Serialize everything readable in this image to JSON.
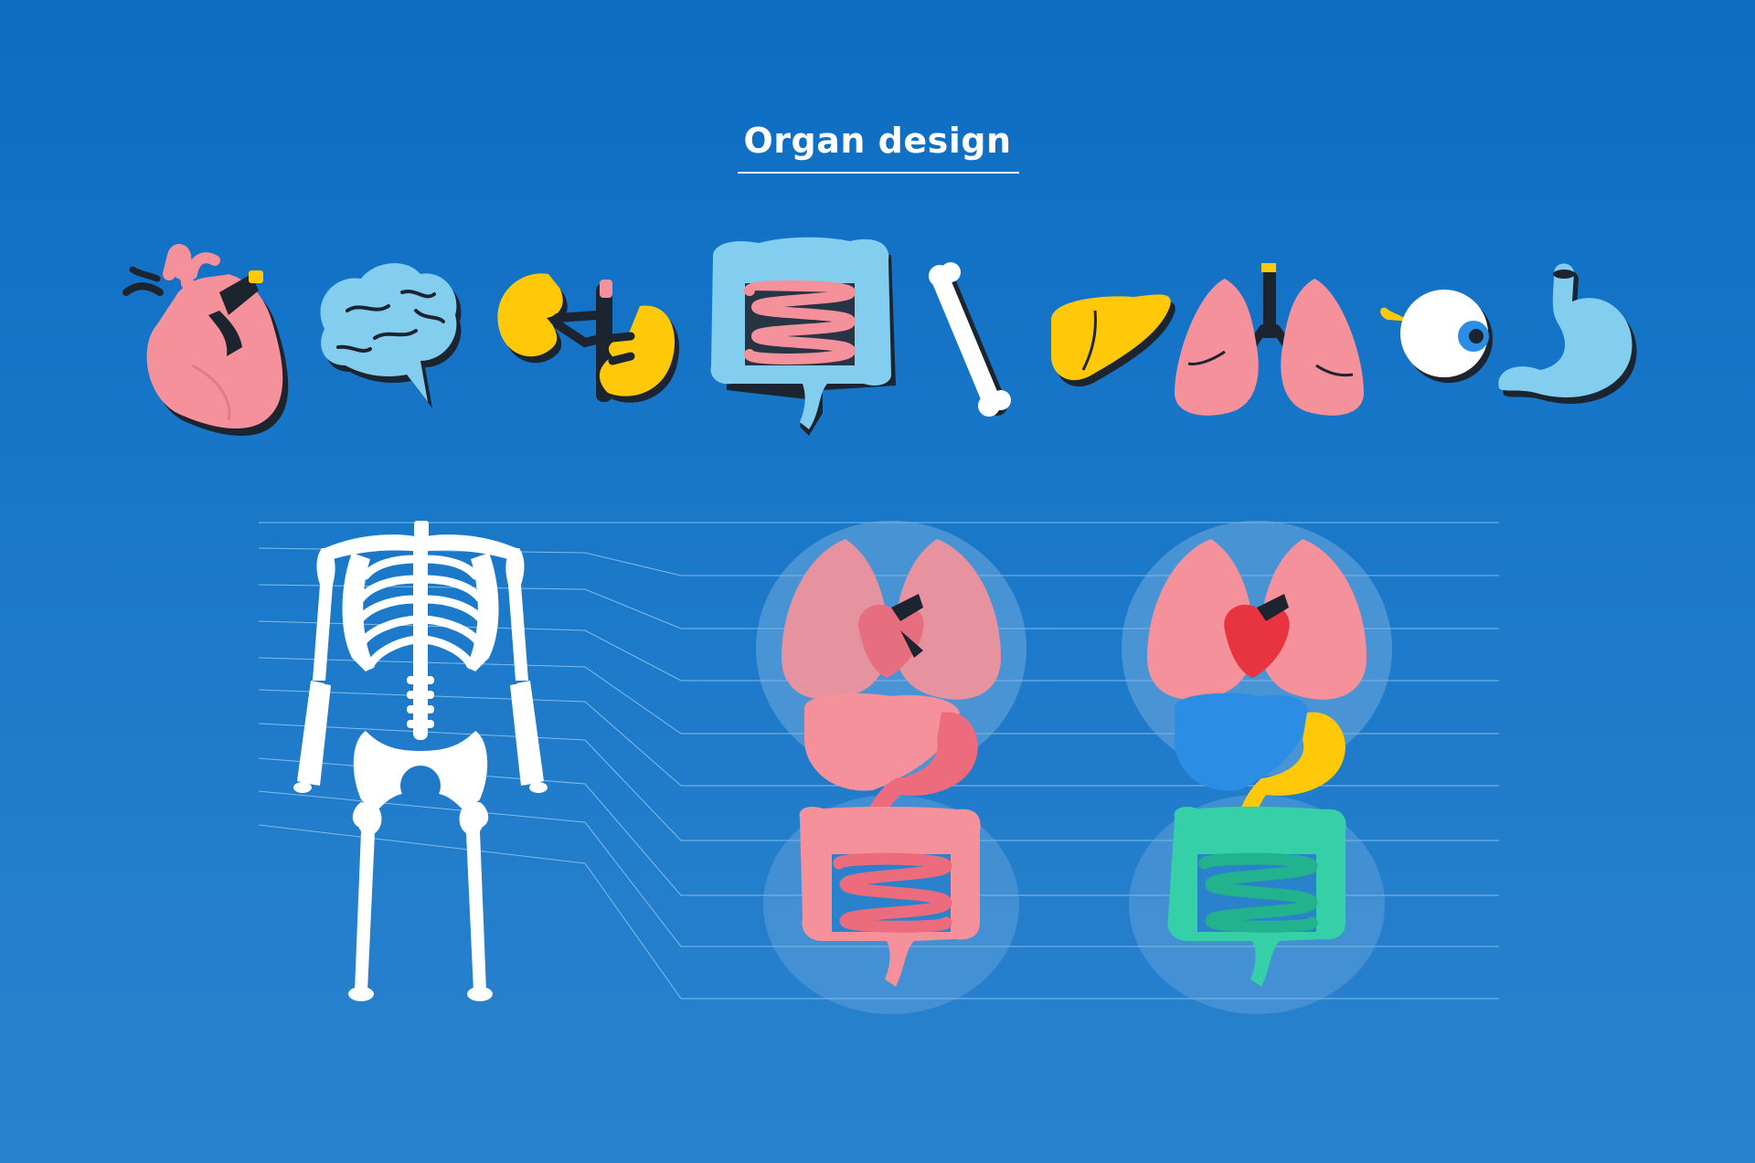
{
  "header": {
    "title": "Organ design"
  },
  "colors": {
    "background_top": "#0b6cc2",
    "background_bottom": "#2a82cd",
    "organ_pink": "#f4919a",
    "organ_blue": "#83cdee",
    "organ_yellow": "#ffc90a",
    "shadow": "#1c2430",
    "bone_white": "#ffffff",
    "heart_red": "#e8343f",
    "liver_blue": "#2c8de4",
    "intestine_green": "#35cfa8"
  },
  "icons": [
    "heart-icon",
    "brain-icon",
    "kidneys-icon",
    "intestines-icon",
    "bone-icon",
    "liver-icon",
    "lungs-icon",
    "eye-icon",
    "stomach-icon"
  ],
  "illustrations": [
    "skeleton",
    "organs-pink",
    "organs-color"
  ]
}
